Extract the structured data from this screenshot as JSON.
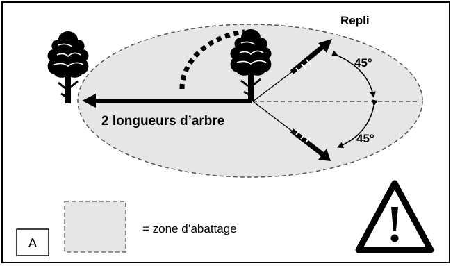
{
  "labels": {
    "retreat": "Repli",
    "angle_top": "45°",
    "angle_bottom": "45°",
    "distance": "2 longueurs d’arbre",
    "legend": "= zone d’abattage",
    "box_letter": "A"
  },
  "icons": {
    "tree": "tree-icon",
    "warning": "warning-triangle-icon"
  },
  "colors": {
    "zone_fill": "#e6e6e6",
    "zone_border": "#555555",
    "ink": "#000000"
  }
}
